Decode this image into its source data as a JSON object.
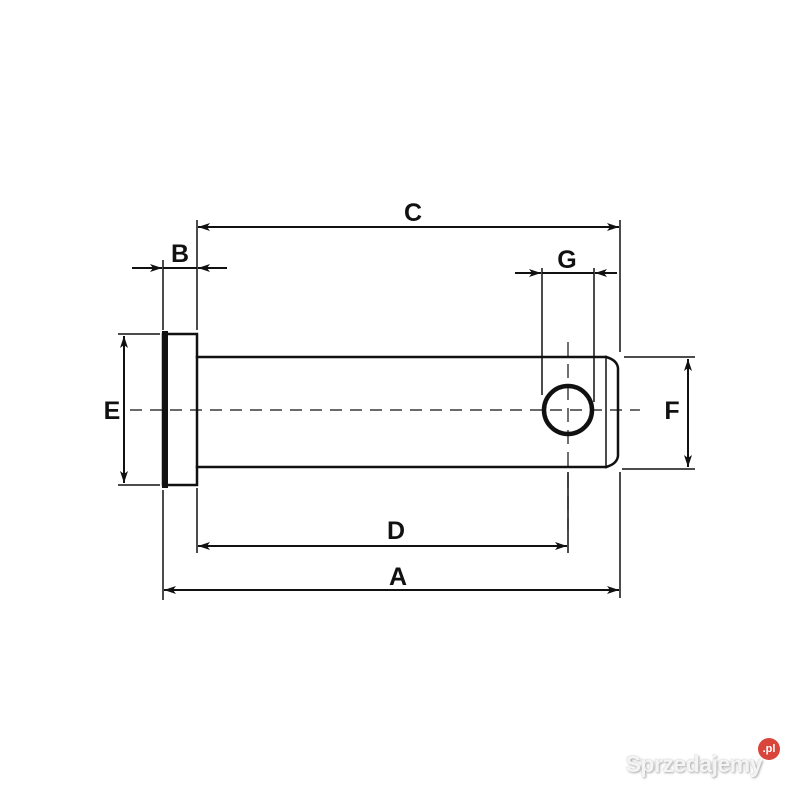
{
  "drawing": {
    "subject": "clevis pin technical drawing",
    "line_color": "#111111",
    "background": "#ffffff",
    "dimensions": {
      "A": {
        "label": "A",
        "description": "overall length"
      },
      "B": {
        "label": "B",
        "description": "head thickness"
      },
      "C": {
        "label": "C",
        "description": "shank length"
      },
      "D": {
        "label": "D",
        "description": "head underside to hole center"
      },
      "E": {
        "label": "E",
        "description": "head diameter"
      },
      "F": {
        "label": "F",
        "description": "shank diameter"
      },
      "G": {
        "label": "G",
        "description": "cross hole diameter"
      }
    }
  },
  "watermark": {
    "text": "Sprzedajemy",
    "badge": ".pl",
    "badge_color": "#d9443b"
  }
}
